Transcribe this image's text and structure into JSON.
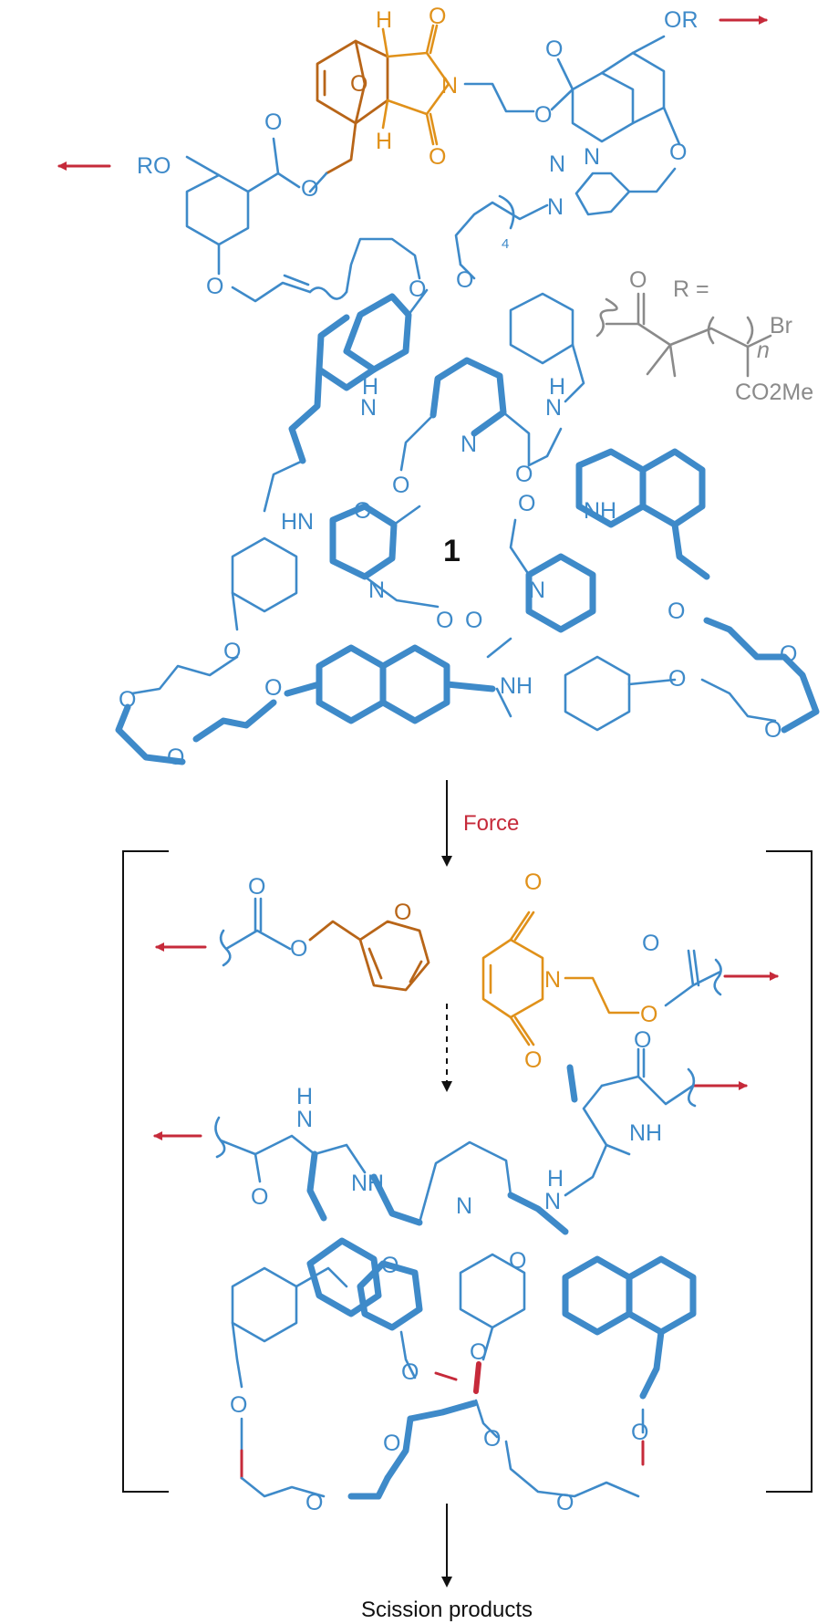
{
  "compound_label": "1",
  "r_definition": {
    "label": "R =",
    "oxygen": "O",
    "bromine": "Br",
    "repeat": "n",
    "ester": "CO2Me"
  },
  "atoms": {
    "oxygen": "O",
    "nitrogen": "N",
    "hydrogen": "H",
    "amide": "NH",
    "amide_rev": "HN",
    "ether_r_left": "RO",
    "ether_r_right": "OR",
    "triazole": "N=N",
    "linker_count": "4"
  },
  "arrows": {
    "force_label": "Force",
    "final_label": "Scission products"
  },
  "colors": {
    "scaffold": "#3e8ac9",
    "maleimide": "#e0911a",
    "furan": "#b86518",
    "polymer": "#8a8a8a",
    "force": "#c62a3a",
    "text": "#111111"
  }
}
